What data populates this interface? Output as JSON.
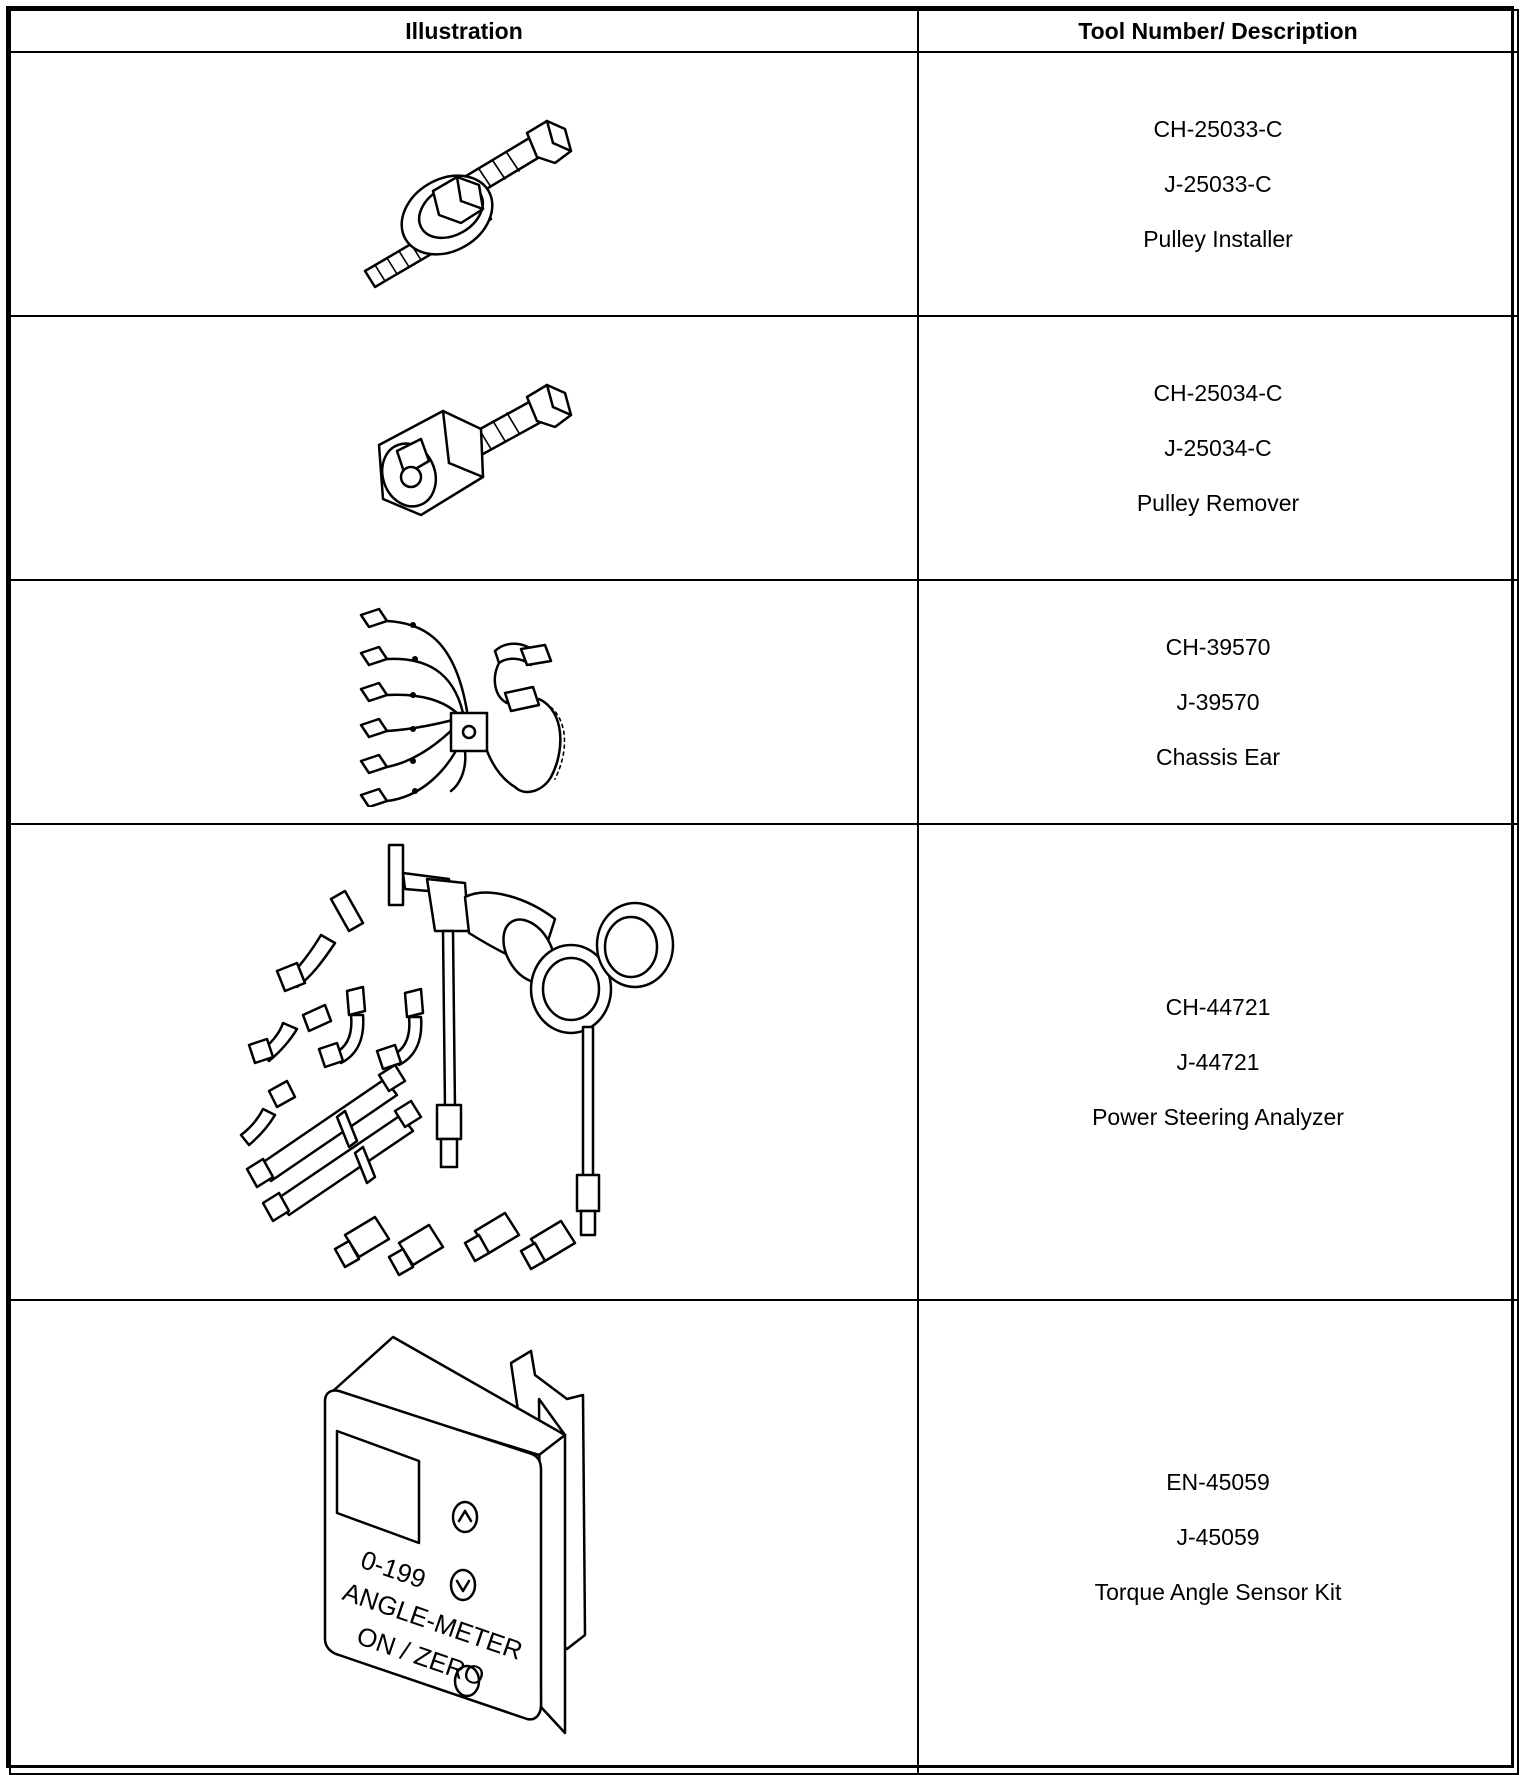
{
  "table": {
    "headers": {
      "illustration": "Illustration",
      "description": "Tool Number/ Description"
    },
    "rows": [
      {
        "tool_number": "CH-25033-C",
        "alt_number": "J-25033-C",
        "description": "Pulley Installer"
      },
      {
        "tool_number": "CH-25034-C",
        "alt_number": "J-25034-C",
        "description": "Pulley Remover"
      },
      {
        "tool_number": "CH-39570",
        "alt_number": "J-39570",
        "description": "Chassis Ear"
      },
      {
        "tool_number": "CH-44721",
        "alt_number": "J-44721",
        "description": "Power Steering Analyzer"
      },
      {
        "tool_number": "EN-45059",
        "alt_number": "J-45059",
        "description": "Torque Angle Sensor Kit"
      }
    ]
  },
  "angle_meter": {
    "range_label": "0-199",
    "name_label": "ANGLE-METER",
    "button_label": "ON / ZERO"
  },
  "icons": [
    "pulley-installer-illustration",
    "pulley-remover-illustration",
    "chassis-ear-illustration",
    "power-steering-analyzer-illustration",
    "torque-angle-sensor-illustration"
  ]
}
